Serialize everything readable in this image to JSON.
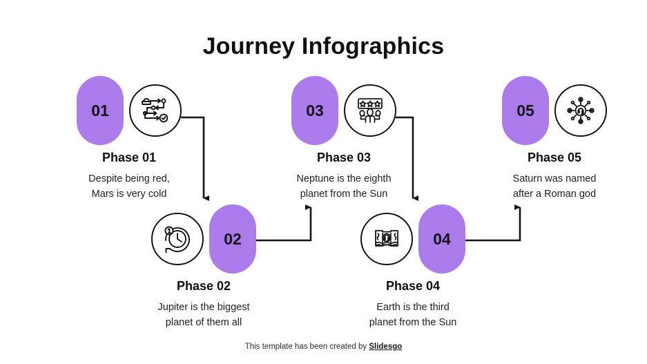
{
  "title": "Journey Infographics",
  "theme": {
    "pill_color": "#ab7aeb",
    "line_color": "#141414",
    "background": "#ffffff",
    "text_color": "#14141b"
  },
  "phases": [
    {
      "number": "01",
      "title": "Phase 01",
      "desc_line1": "Despite being red,",
      "desc_line2": "Mars is very cold",
      "icon": "process-flow-icon",
      "icon_side": "right"
    },
    {
      "number": "02",
      "title": "Phase 02",
      "desc_line1": "Jupiter is the biggest",
      "desc_line2": "planet of them all",
      "icon": "clock-refresh-icon",
      "icon_side": "left"
    },
    {
      "number": "03",
      "title": "Phase 03",
      "desc_line1": "Neptune is the eighth",
      "desc_line2": "planet from the Sun",
      "icon": "team-rating-stars-icon",
      "icon_side": "right"
    },
    {
      "number": "04",
      "title": "Phase 04",
      "desc_line1": "Earth is the third",
      "desc_line2": "planet from the Sun",
      "icon": "ticket-headset-icon",
      "icon_side": "left"
    },
    {
      "number": "05",
      "title": "Phase 05",
      "desc_line1": "Saturn was named",
      "desc_line2": "after a Roman god",
      "icon": "network-hub-headset-icon",
      "icon_side": "right"
    }
  ],
  "connectors": [
    {
      "name": "connector-01-to-02",
      "from": "phase-01",
      "to": "phase-02",
      "direction": "down"
    },
    {
      "name": "connector-02-to-03",
      "from": "phase-02",
      "to": "phase-03",
      "direction": "up"
    },
    {
      "name": "connector-03-to-04",
      "from": "phase-03",
      "to": "phase-04",
      "direction": "down"
    },
    {
      "name": "connector-04-to-05",
      "from": "phase-04",
      "to": "phase-05",
      "direction": "up"
    }
  ],
  "footer": {
    "text": "This template has been created by",
    "brand": "Slidesgo"
  }
}
